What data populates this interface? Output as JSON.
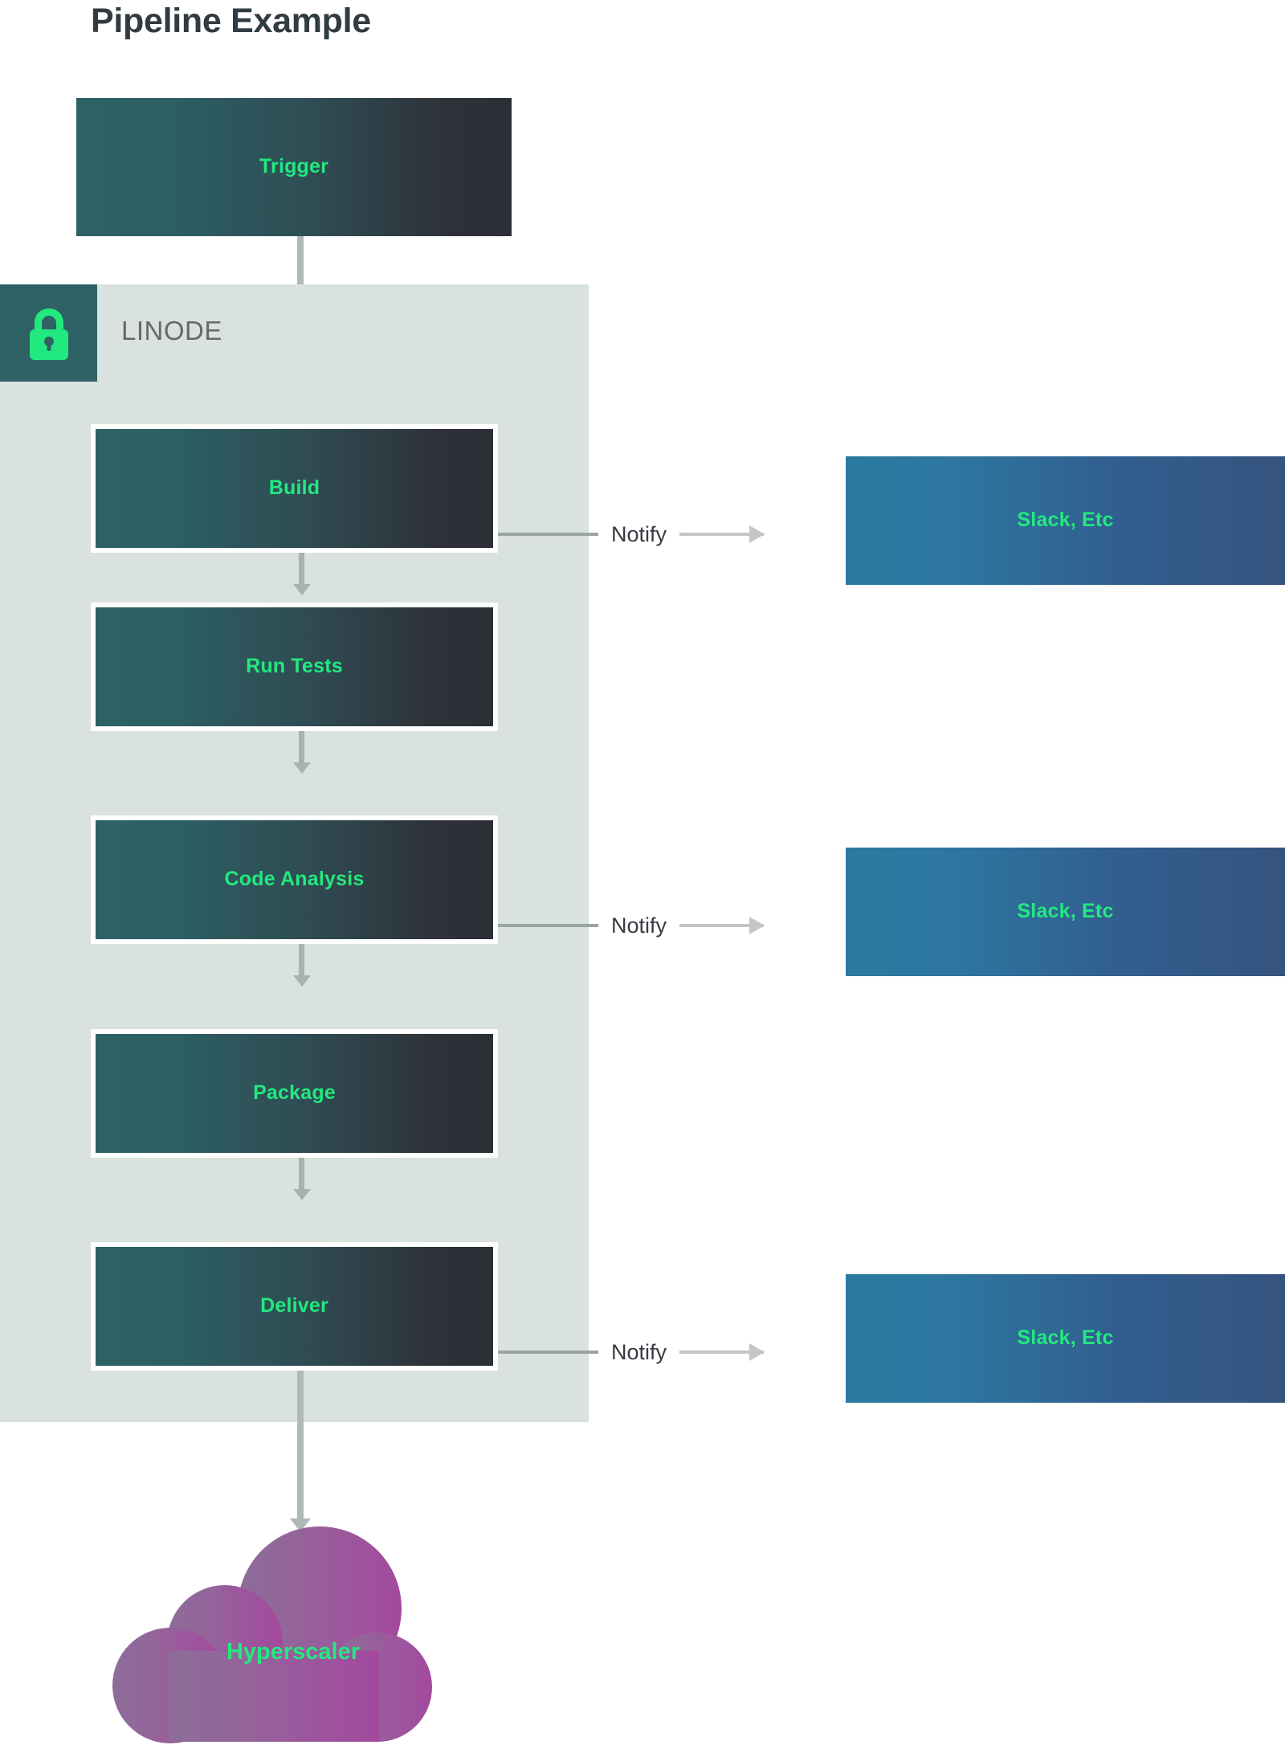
{
  "page": {
    "title": "Pipeline Example",
    "background": "#ffffff"
  },
  "colors": {
    "accent_green": "#22e97f",
    "stage_gradient_start": "#2d6264",
    "stage_gradient_end": "#2c3036",
    "notify_gradient_start": "#2b7ba0",
    "notify_gradient_end": "#35537f",
    "container_bg": "#dae2e0",
    "lock_square_bg": "#2f6265",
    "cloud_gradient_start": "#8f6a98",
    "cloud_gradient_end": "#a3499e",
    "arrow_gray": "#b1b9b8",
    "title_color": "#313c42",
    "linode_label_color": "#63696d"
  },
  "trigger": {
    "label": "Trigger"
  },
  "container": {
    "label": "LINODE",
    "icon": "lock-icon"
  },
  "stages": [
    {
      "label": "Build"
    },
    {
      "label": "Run Tests"
    },
    {
      "label": "Code Analysis"
    },
    {
      "label": "Package"
    },
    {
      "label": "Deliver"
    }
  ],
  "notifications": [
    {
      "edge_label": "Notify",
      "target_label": "Slack, Etc",
      "from_stage": "Build"
    },
    {
      "edge_label": "Notify",
      "target_label": "Slack, Etc",
      "from_stage": "Code Analysis"
    },
    {
      "edge_label": "Notify",
      "target_label": "Slack, Etc",
      "from_stage": "Deliver"
    }
  ],
  "target": {
    "label": "Hyperscaler",
    "shape": "cloud"
  }
}
